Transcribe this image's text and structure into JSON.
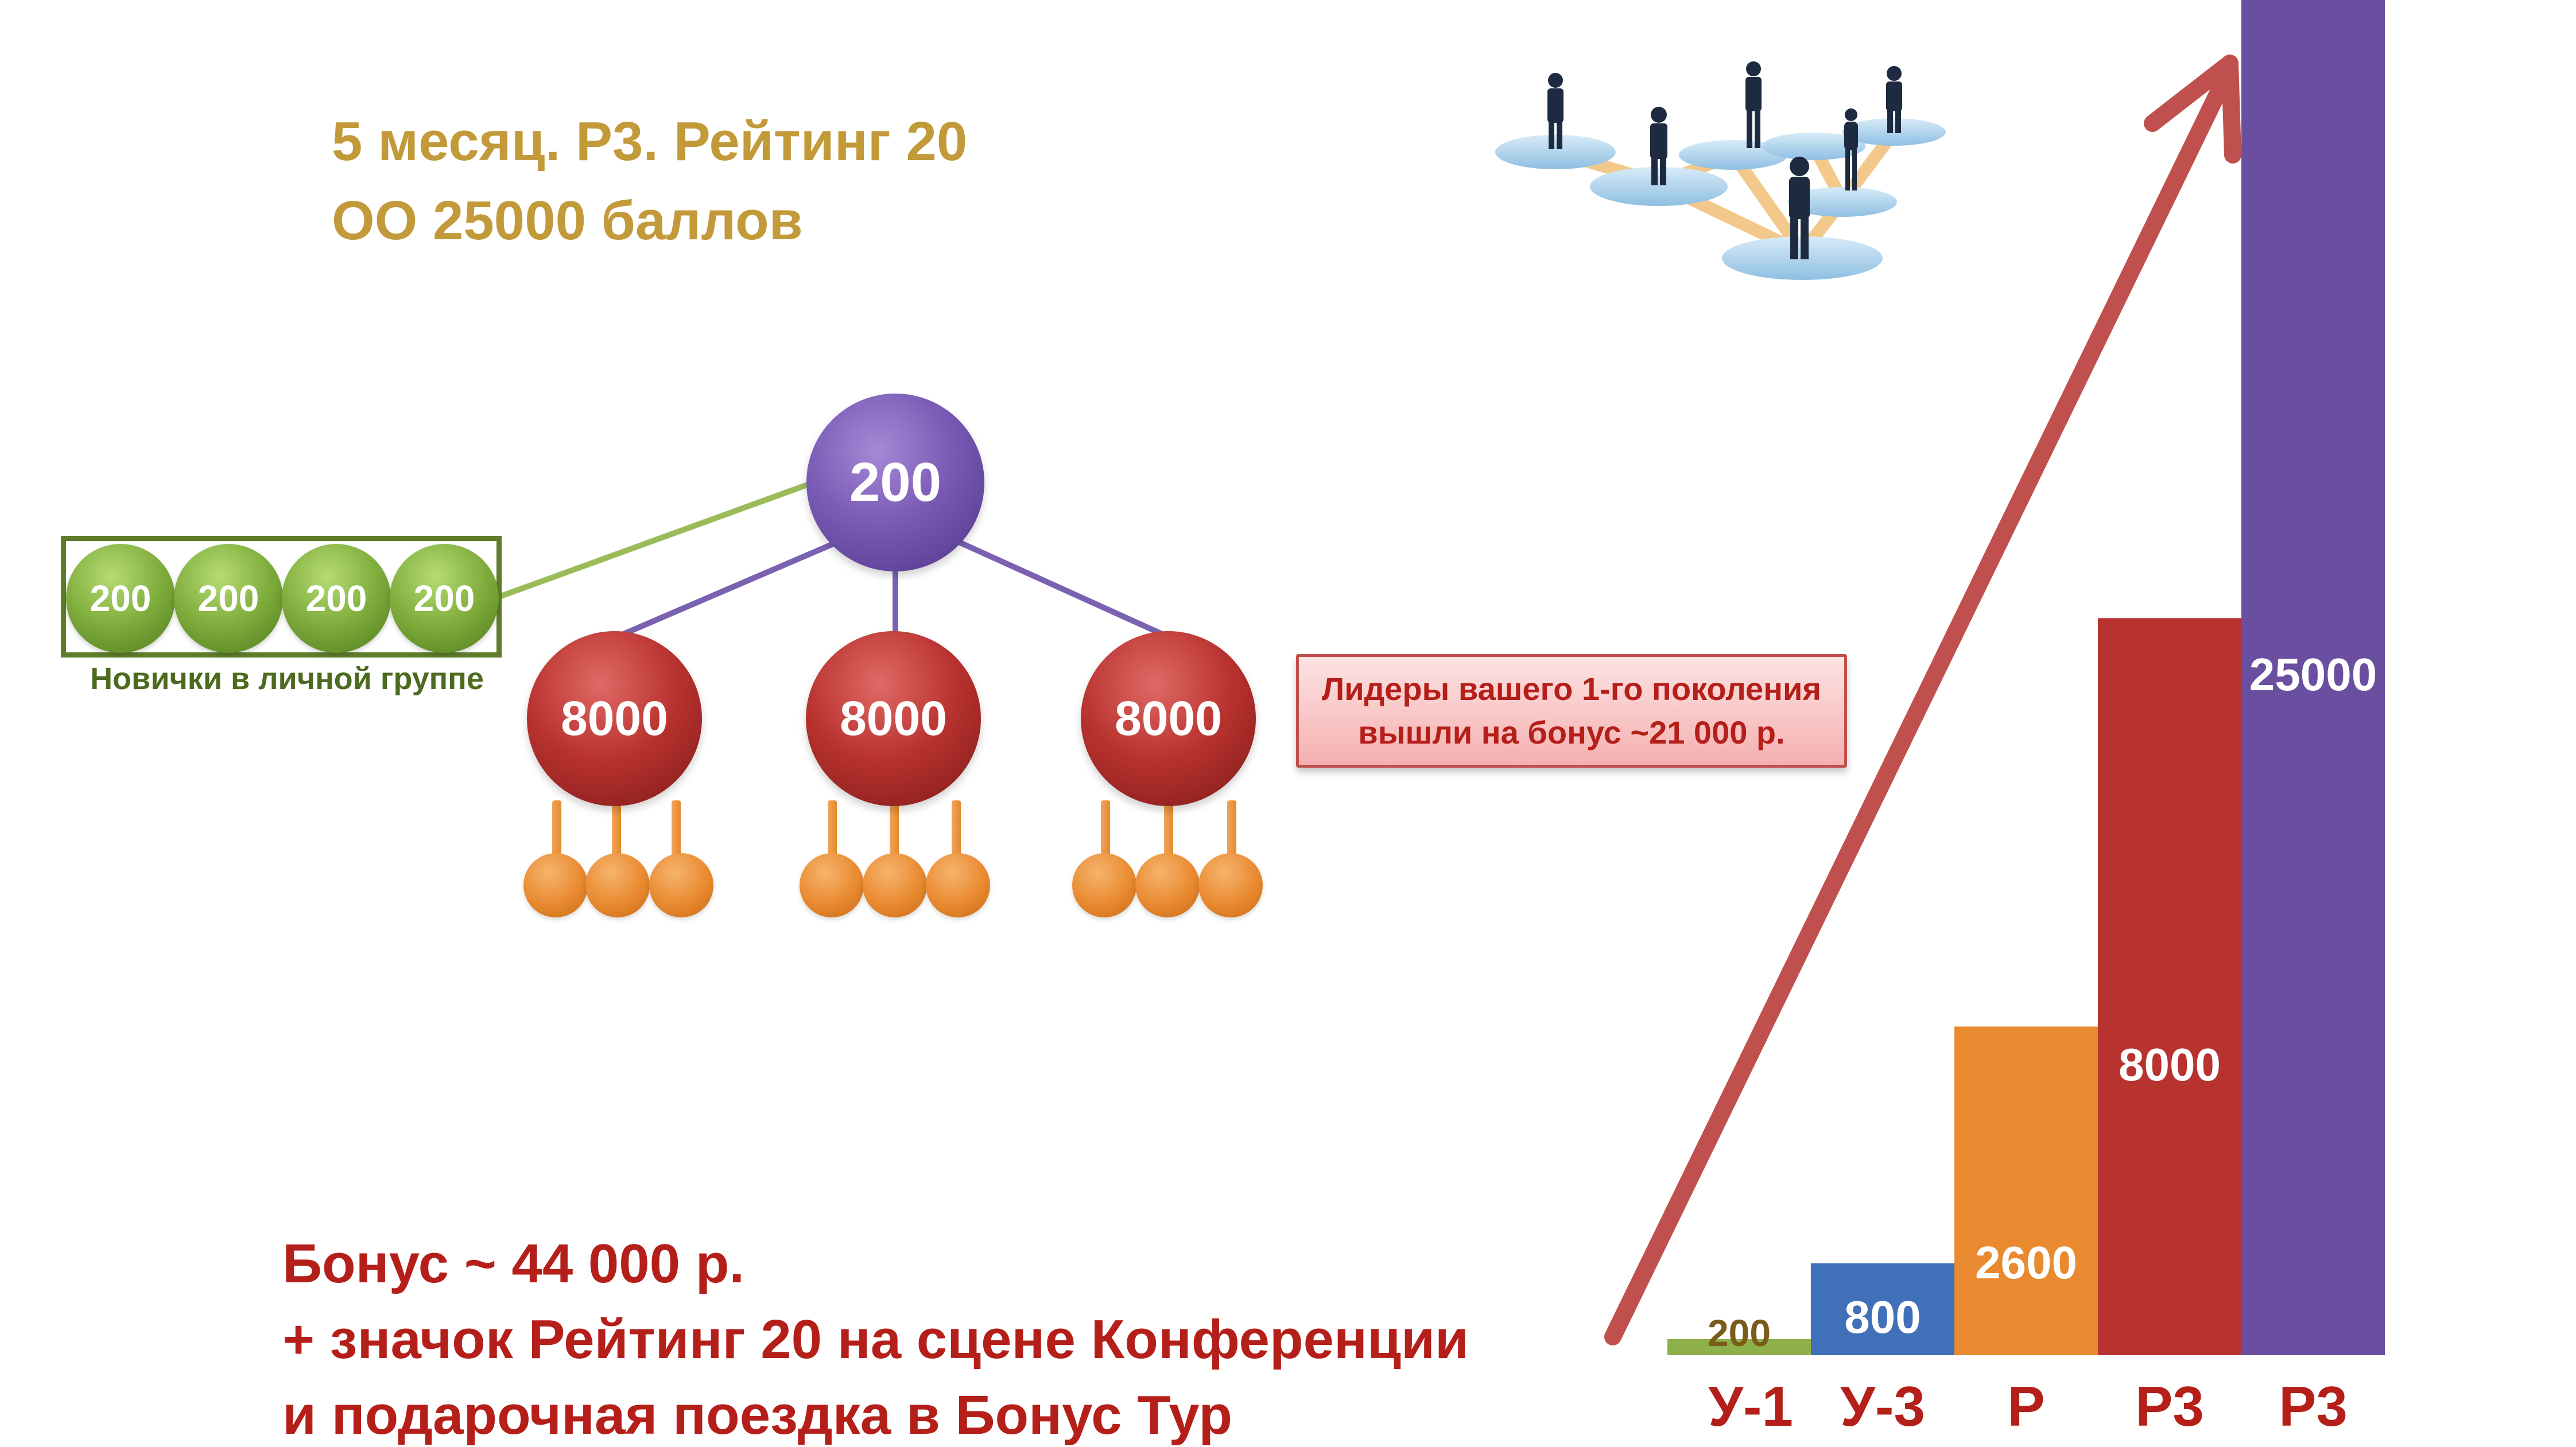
{
  "header": {
    "line1": "5 месяц. Р3. Рейтинг 20",
    "line2": "ОО 25000 баллов"
  },
  "tree": {
    "root_value": "200",
    "leaders": [
      "8000",
      "8000",
      "8000"
    ],
    "newbies": [
      "200",
      "200",
      "200",
      "200"
    ],
    "newbies_caption": "Новички в личной группе"
  },
  "callout": {
    "line1": "Лидеры вашего 1-го поколения",
    "line2": "вышли на бонус ~21 000 р."
  },
  "bonus": {
    "line1": "Бонус ~ 44 000 р.",
    "line2": "+ значок Рейтинг 20 на сцене Конференции",
    "line3": "и подарочная поездка в Бонус Тур"
  },
  "chart_data": {
    "type": "bar",
    "categories": [
      "У-1",
      "У-3",
      "Р",
      "Р3",
      "Р3"
    ],
    "values": [
      200,
      800,
      2600,
      8000,
      25000
    ],
    "value_labels": [
      "200",
      "800",
      "2600",
      "8000",
      "25000"
    ],
    "colors": [
      "#8db04a",
      "#3f70b8",
      "#e98a30",
      "#b8322f",
      "#6a4ea0"
    ],
    "label_color_first": "#7a5b1a",
    "arrow_color": "#c0504d"
  },
  "colors": {
    "title": "#c39a3a",
    "bonus_text": "#b51f1a",
    "purple_node": "#7a5bb5",
    "red_node": "#b8322f",
    "green_node": "#7fad3c",
    "orange_node": "#e98a30"
  },
  "illustration": {
    "icon": "business-network-people-icon"
  }
}
